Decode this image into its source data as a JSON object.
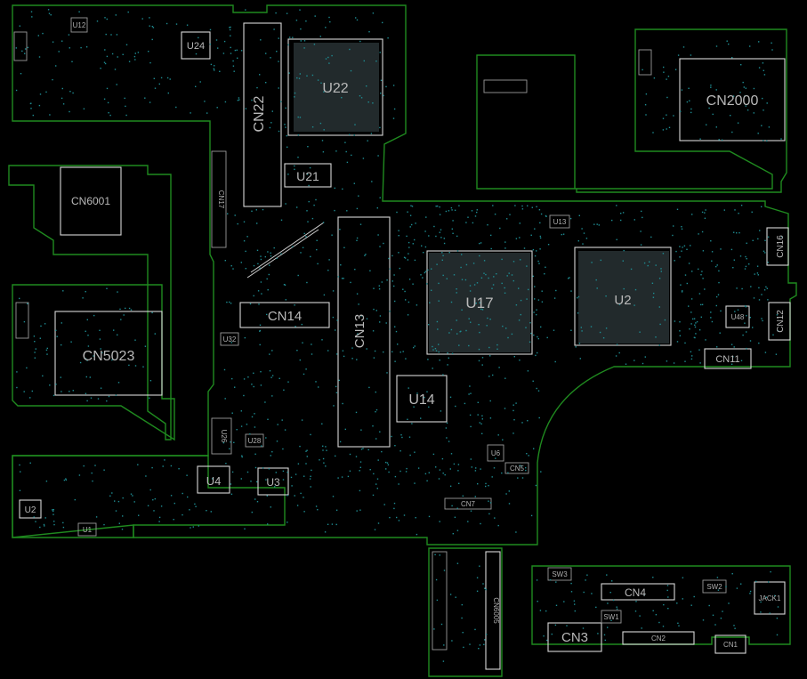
{
  "labels": {
    "u24": "U24",
    "u22": "U22",
    "cn22": "CN22",
    "u21": "U21",
    "cn2000": "CN2000",
    "cn6001": "CN6001",
    "cn5023": "CN5023",
    "cn14": "CN14",
    "cn13": "CN13",
    "u17": "U17",
    "u2x": "U2",
    "u14": "U14",
    "cn16": "CN16",
    "cn12": "CN12",
    "u48": "U48",
    "cn11": "CN11",
    "u4": "U4",
    "u3": "U3",
    "u2": "U2",
    "cn7": "CN7",
    "cn6005": "CN6005",
    "cn3": "CN3",
    "cn4": "CN4",
    "cn2": "CN2",
    "cn1": "CN1",
    "sw3": "SW3",
    "sw2": "SW2",
    "sw1": "SW1",
    "jack": "JACK1",
    "u1": "U1",
    "u6": "U6",
    "cn5": "CN5",
    "u32": "U32",
    "u28": "U28",
    "u12": "U12",
    "cn17": "CN17",
    "u13": "U13",
    "u26": "U26"
  },
  "colors": {
    "background": "#000000",
    "outline": "#1f8a1f",
    "silkscreen": "#d8d8d8",
    "via": "#1e8c92",
    "bga": "#3e4d50"
  }
}
